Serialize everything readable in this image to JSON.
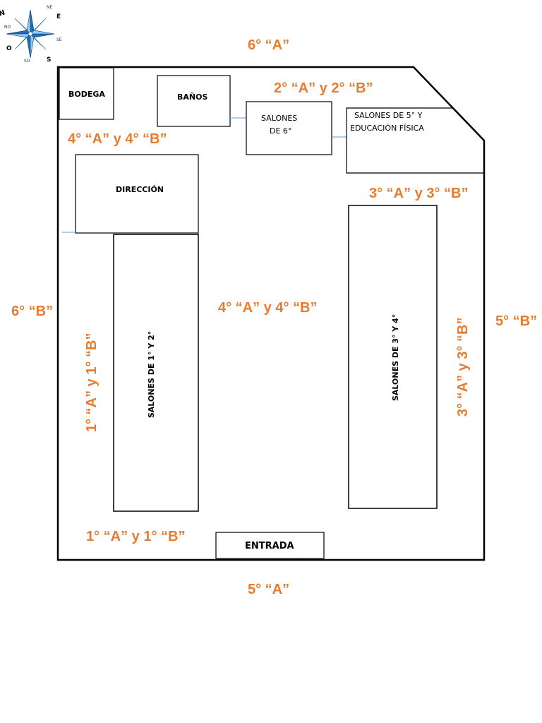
{
  "compass": {
    "north": "N",
    "east": "E",
    "south": "S",
    "west": "O",
    "northeast": "NE",
    "northwest": "NO",
    "southeast": "SE",
    "southwest": "SO"
  },
  "rooms": {
    "bodega": "BODEGA",
    "banos": "BAÑOS",
    "salones_6_line1": "SALONES",
    "salones_6_line2": "DE 6°",
    "salones_5_line1": "SALONES DE 5° Y",
    "salones_5_line2": "EDUCACIÓN FÍSICA",
    "direccion": "DIRECCIÓN",
    "salones_1_2": "SALONES DE 1° Y 2°",
    "salones_3_4": "SALONES DE 3° Y 4°",
    "entrada": "ENTRADA"
  },
  "group_labels": {
    "top_6a": "6° “A”",
    "top_2ab": "2° “A” y 2° “B”",
    "left_4ab": "4° “A” y 4° “B”",
    "right_3ab": "3° “A” y 3° “B”",
    "center_4ab": "4° “A” y 4° “B”",
    "left_6b": "6° “B”",
    "right_5b": "5° “B”",
    "vertical_1ab": "1° “A” y 1° “B”",
    "vertical_3ab": "3° “A” y 3° “B”",
    "bottom_1ab": "1° “A” y 1° “B”",
    "bottom_5a": "5° “A”"
  },
  "colors": {
    "label_orange": "#E87C2E",
    "outline": "#000000",
    "connector_blue": "#5B9BD5",
    "compass_blue": "#2E8FD8"
  }
}
